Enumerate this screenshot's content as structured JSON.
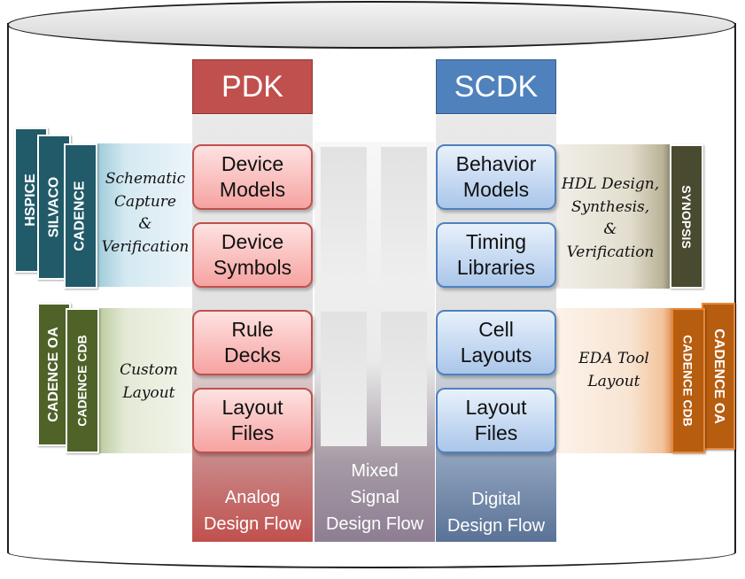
{
  "headers": {
    "pdk": "PDK",
    "scdk": "SCDK"
  },
  "pdk_cards": [
    {
      "label": "Device\nModels"
    },
    {
      "label": "Device\nSymbols"
    },
    {
      "label": "Rule\nDecks"
    },
    {
      "label": "Layout\nFiles"
    }
  ],
  "scdk_cards": [
    {
      "label": "Behavior\nModels"
    },
    {
      "label": "Timing\nLibraries"
    },
    {
      "label": "Cell\nLayouts"
    },
    {
      "label": "Layout\nFiles"
    }
  ],
  "left_top": {
    "tabs": [
      "HSPICE",
      "SILVACO",
      "CADENCE"
    ],
    "label": "Schematic\nCapture\n&\nVerification"
  },
  "left_bottom": {
    "tabs": [
      "CADENCE OA",
      "CADENCE CDB"
    ],
    "label": "Custom\nLayout"
  },
  "right_top": {
    "tabs": [
      "SYNOPSIS"
    ],
    "label": "HDL Design,\nSynthesis,\n&\nVerification"
  },
  "right_bottom": {
    "tabs": [
      "CADENCE CDB",
      "CADENCE OA"
    ],
    "label": "EDA Tool\nLayout"
  },
  "flows": {
    "analog": "Analog\nDesign Flow",
    "mixed": "Mixed\nSignal\nDesign Flow",
    "digital": "Digital\nDesign Flow"
  },
  "colors": {
    "pdk": "#c0504d",
    "scdk": "#4f81bd",
    "teal_tab": "#215a69",
    "green_tab": "#4f6228",
    "olive_tab": "#4a4a30",
    "orange_tab": "#b75d10"
  }
}
